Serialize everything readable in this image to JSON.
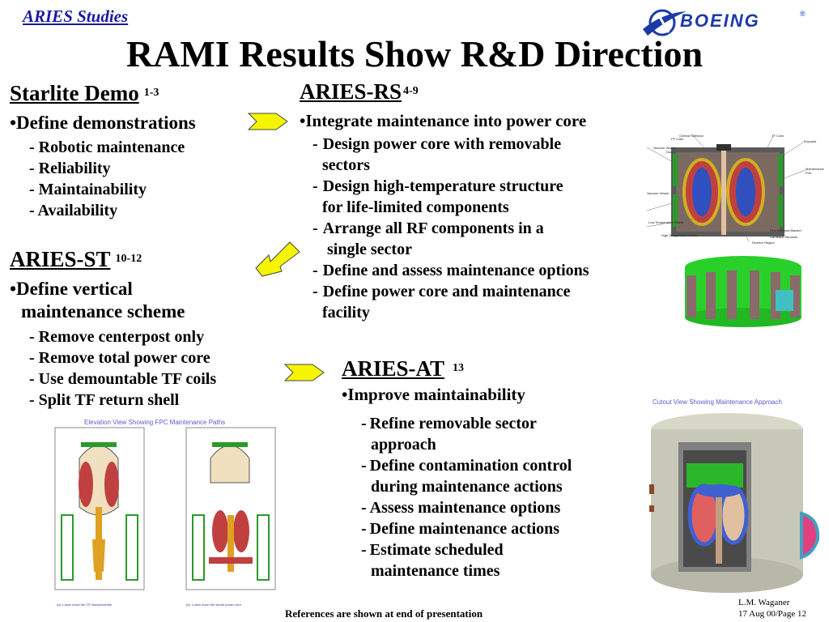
{
  "header": {
    "link": "ARIES Studies",
    "logo": "BOEING",
    "logo_mark": "®"
  },
  "title": "RAMI Results Show R&D Direction",
  "starlite": {
    "heading": "Starlite Demo",
    "ref": "1-3",
    "bullet": "•Define demonstrations",
    "items": [
      "- Robotic maintenance",
      "- Reliability",
      "- Maintainability",
      "- Availability"
    ]
  },
  "aries_st": {
    "heading": "ARIES-ST",
    "ref": "10-12",
    "bullet_line1": "•Define vertical",
    "bullet_line2": "maintenance scheme",
    "items": [
      "Remove centerpost only",
      "Remove total power core",
      "Use demountable TF coils",
      "Split TF return shell"
    ]
  },
  "aries_rs": {
    "heading": "ARIES-RS",
    "ref": "4-9",
    "bullet": "Integrate maintenance into power core",
    "items": [
      {
        "l1": "Design power core with removable",
        "l2": "sectors"
      },
      {
        "l1": "Design high-temperature structure",
        "l2": "for life-limited components"
      },
      {
        "l1": "Arrange all RF components in a",
        "l2": "single sector"
      },
      {
        "l1": "Define and assess maintenance options",
        "l2": ""
      },
      {
        "l1": "Define power core and maintenance",
        "l2": "facility"
      }
    ]
  },
  "aries_at": {
    "heading": "ARIES-AT",
    "ref": "13",
    "bullet": "Improve maintainability",
    "items": [
      {
        "l1": "Refine removable sector",
        "l2": "approach"
      },
      {
        "l1": "Define contamination control",
        "l2": "during maintenance actions"
      },
      {
        "l1": "Assess maintenance options",
        "l2": ""
      },
      {
        "l1": "Define maintenance actions",
        "l2": ""
      },
      {
        "l1": "Estimate scheduled",
        "l2": "maintenance times"
      }
    ]
  },
  "figures": {
    "st_caption": "Elevation View Showing FPC Maintenance Paths",
    "st_sub_a": "(a). Lower down the CP independently",
    "st_sub_b": "(b). Lower down the whole power core",
    "at_caption": "Cutout View Showing Maintenance Approach",
    "rs_labels": [
      "Central Solenoid",
      "PF Coils",
      "TF Coils",
      "Cryostat",
      "Vacuum Vessel",
      "Duct",
      "Maintenance Port",
      "Vacuum Vessel",
      "Low Temperature Shield",
      "High Temperature Shield",
      "Divertor Region",
      "Hardback Structure",
      "First Wall and Blanket"
    ]
  },
  "colors": {
    "arrow_fill": "#f5f500",
    "link_blue": "#1a1aa0",
    "boeing_blue": "#1a3aa8",
    "caption_blue": "#5a5ad0"
  },
  "footer": {
    "references": "References are shown at end of presentation",
    "author": "L.M. Waganer",
    "date_page": "17 Aug 00/Page 12"
  }
}
